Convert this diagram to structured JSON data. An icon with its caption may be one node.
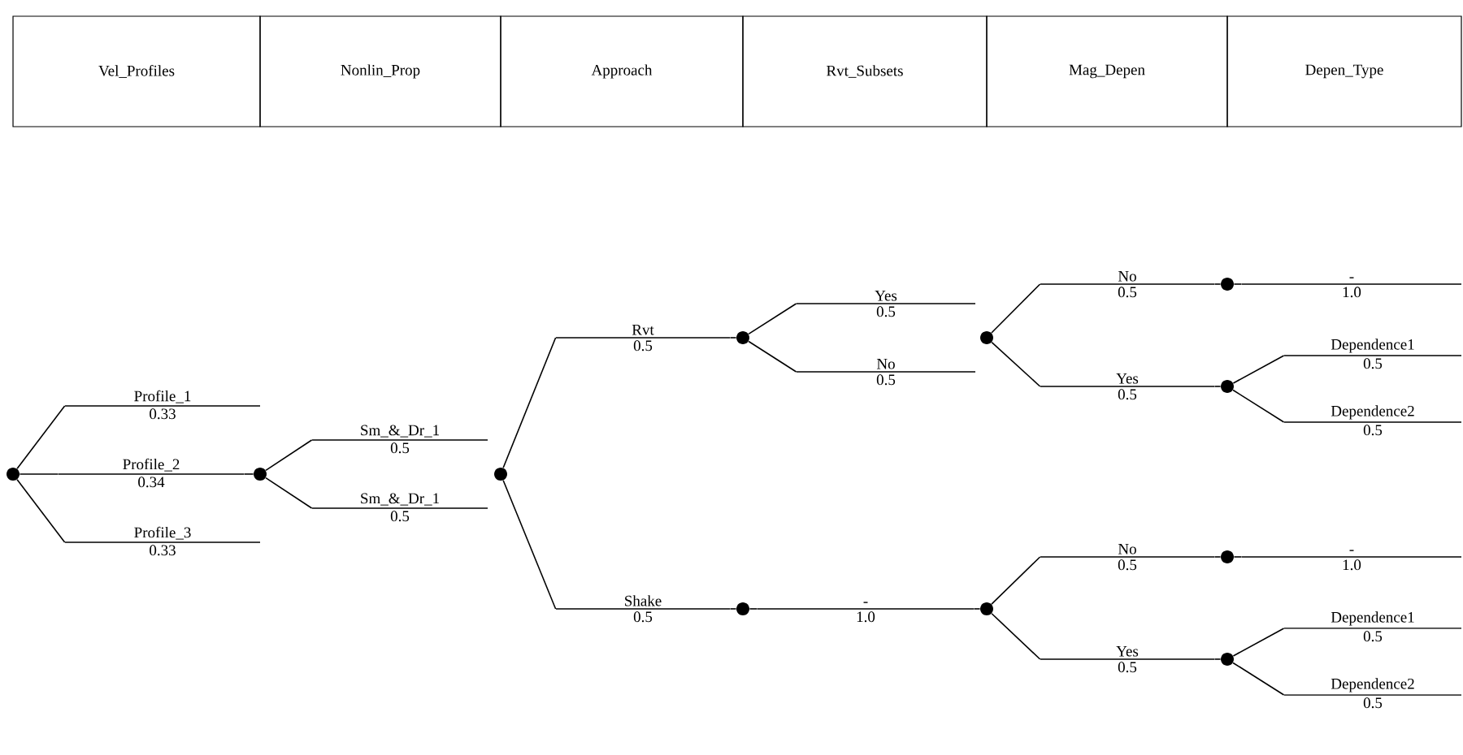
{
  "diagram": {
    "nodes": [
      {
        "text": [
          "Vel_Profiles"
        ]
      },
      {
        "text": [
          "Nonlin_Prop"
        ]
      },
      {
        "text": [
          "Approach"
        ]
      },
      {
        "text": [
          "Rvt_Subsets"
        ]
      },
      {
        "text": [
          "Mag_Depen"
        ]
      },
      {
        "text": [
          "Depen_Type"
        ]
      },
      {
        "text": [],
        "shape": "circle"
      },
      {
        "text": [
          "Profile_1",
          "0.33"
        ]
      },
      {
        "text": [
          "Profile_2",
          "0.34"
        ]
      },
      {
        "text": [
          "Profile_3",
          "0.33"
        ]
      },
      {
        "text": [],
        "shape": "circle"
      },
      {
        "text": [
          "Sm_&_Dr_1",
          "0.5"
        ]
      },
      {
        "text": [
          "Sm_&_Dr_1",
          "0.5"
        ]
      },
      {
        "text": [],
        "shape": "circle"
      },
      {
        "text": [
          "Rvt",
          "0.5"
        ]
      },
      {
        "text": [],
        "shape": "circle"
      },
      {
        "text": [
          "Yes",
          "0.5"
        ]
      },
      {
        "text": [
          "No",
          "0.5"
        ]
      },
      {
        "text": [],
        "shape": "circle"
      },
      {
        "text": [
          "No",
          "0.5"
        ]
      },
      {
        "text": [],
        "shape": "circle"
      },
      {
        "text": [
          "-",
          "1.0"
        ]
      },
      {
        "text": [
          "Yes",
          "0.5"
        ]
      },
      {
        "text": [],
        "shape": "circle"
      },
      {
        "text": [
          "Dependence1",
          "0.5"
        ]
      },
      {
        "text": [
          "Dependence2",
          "0.5"
        ]
      },
      {
        "text": [
          "Shake",
          "0.5"
        ]
      },
      {
        "text": [],
        "shape": "circle"
      },
      {
        "text": [
          "-",
          "1.0"
        ]
      },
      {
        "text": [],
        "shape": "circle"
      },
      {
        "text": [
          "No",
          "0.5"
        ]
      },
      {
        "text": [],
        "shape": "circle"
      },
      {
        "text": [
          "-",
          "1.0"
        ]
      },
      {
        "text": [
          "Yes",
          "0.5"
        ]
      },
      {
        "text": [],
        "shape": "circle"
      },
      {
        "text": [
          "Dependence1",
          "0.5"
        ]
      },
      {
        "text": [
          "Dependence2",
          "0.5"
        ]
      }
    ],
    "edges": [
      {
        "from": 6,
        "to": 7,
        "arrow": "none"
      },
      {
        "from": 6,
        "to": 8,
        "arrow": "none"
      },
      {
        "from": 8,
        "to": 10,
        "arrow": "none"
      },
      {
        "from": 6,
        "to": 9,
        "arrow": "none"
      },
      {
        "from": 10,
        "to": 11,
        "arrow": "none"
      },
      {
        "from": 10,
        "to": 12,
        "arrow": "none"
      },
      {
        "from": 13,
        "to": 14,
        "arrow": "none"
      },
      {
        "from": 14,
        "to": 15,
        "arrow": "none"
      },
      {
        "from": 15,
        "to": 16,
        "arrow": "none"
      },
      {
        "from": 15,
        "to": 17,
        "arrow": "none"
      },
      {
        "from": 18,
        "to": 19,
        "arrow": "none"
      },
      {
        "from": 19,
        "to": 20,
        "arrow": "none"
      },
      {
        "from": 20,
        "to": 21,
        "arrow": "none"
      },
      {
        "from": 18,
        "to": 22,
        "arrow": "none"
      },
      {
        "from": 22,
        "to": 23,
        "arrow": "none"
      },
      {
        "from": 23,
        "to": 24,
        "arrow": "none"
      },
      {
        "from": 23,
        "to": 25,
        "arrow": "none"
      },
      {
        "from": 13,
        "to": 26,
        "arrow": "none"
      },
      {
        "from": 26,
        "to": 27,
        "arrow": "none"
      },
      {
        "from": 27,
        "to": 28,
        "arrow": "none"
      },
      {
        "from": 28,
        "to": 29,
        "arrow": "none"
      },
      {
        "from": 29,
        "to": 30,
        "arrow": "none"
      },
      {
        "from": 30,
        "to": 31,
        "arrow": "none"
      },
      {
        "from": 31,
        "to": 32,
        "arrow": "none"
      },
      {
        "from": 29,
        "to": 33,
        "arrow": "none"
      },
      {
        "from": 33,
        "to": 34,
        "arrow": "none"
      },
      {
        "from": 34,
        "to": 35,
        "arrow": "none"
      },
      {
        "from": 34,
        "to": 36,
        "arrow": "none"
      }
    ]
  }
}
